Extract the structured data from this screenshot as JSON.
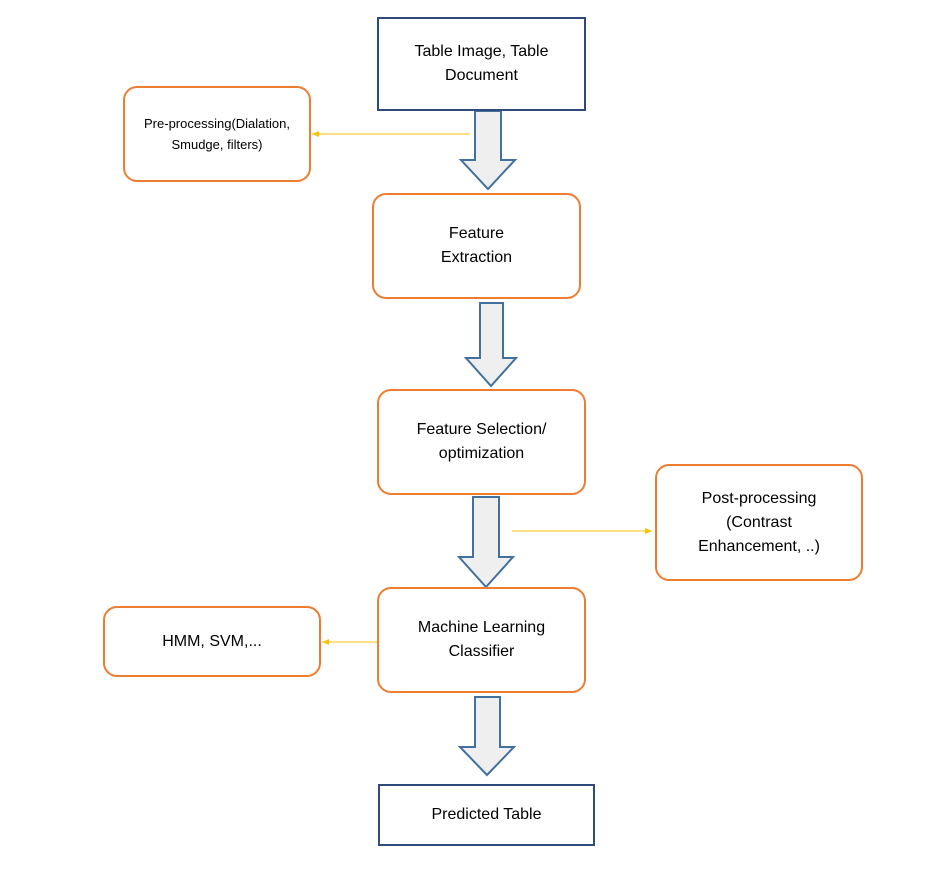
{
  "nodes": {
    "input": "Table Image, Table\nDocument",
    "preprocessing": "Pre-processing(Dialation,\nSmudge, filters)",
    "feature_extraction": "Feature\nExtraction",
    "feature_selection": "Feature Selection/\noptimization",
    "postprocessing": "Post-processing\n(Contrast\nEnhancement, ..)",
    "ml_classifier": "Machine Learning\nClassifier",
    "classifier_examples": "HMM, SVM,...",
    "output": "Predicted Table"
  },
  "colors": {
    "blue_border": "#2f4b7c",
    "orange_border": "#ed7d31",
    "arrow_fill": "#efefef",
    "arrow_stroke": "#41719c",
    "connector": "#ffc000"
  }
}
